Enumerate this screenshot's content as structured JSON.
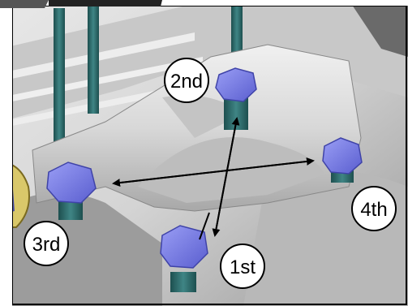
{
  "labels": {
    "first": "1st",
    "second": "2nd",
    "third": "3rd",
    "fourth": "4th"
  },
  "colors": {
    "nut": "#7b7fe6",
    "nut_shade": "#5558c4",
    "stud": "#2f6f6f",
    "bracket": "#dcdcdc",
    "arrow": "#000000",
    "frame": "#000000"
  }
}
